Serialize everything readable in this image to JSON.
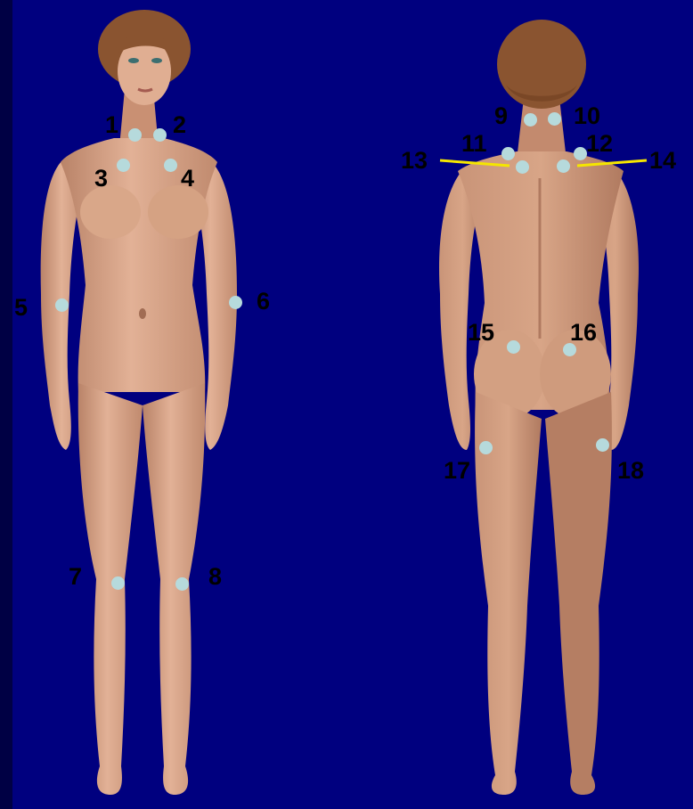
{
  "colors": {
    "background": "#00007f",
    "skin": "#d9a383",
    "hair": "#8a5430",
    "point": "#b6dadc",
    "pointer_line": "#f5e600",
    "label": "#000000"
  },
  "front_view": {
    "points": [
      {
        "label": "1"
      },
      {
        "label": "2"
      },
      {
        "label": "3"
      },
      {
        "label": "4"
      },
      {
        "label": "5"
      },
      {
        "label": "6"
      },
      {
        "label": "7"
      },
      {
        "label": "8"
      }
    ]
  },
  "back_view": {
    "points": [
      {
        "label": "9"
      },
      {
        "label": "10"
      },
      {
        "label": "11"
      },
      {
        "label": "12"
      },
      {
        "label": "13"
      },
      {
        "label": "14"
      },
      {
        "label": "15"
      },
      {
        "label": "16"
      },
      {
        "label": "17"
      },
      {
        "label": "18"
      }
    ]
  }
}
